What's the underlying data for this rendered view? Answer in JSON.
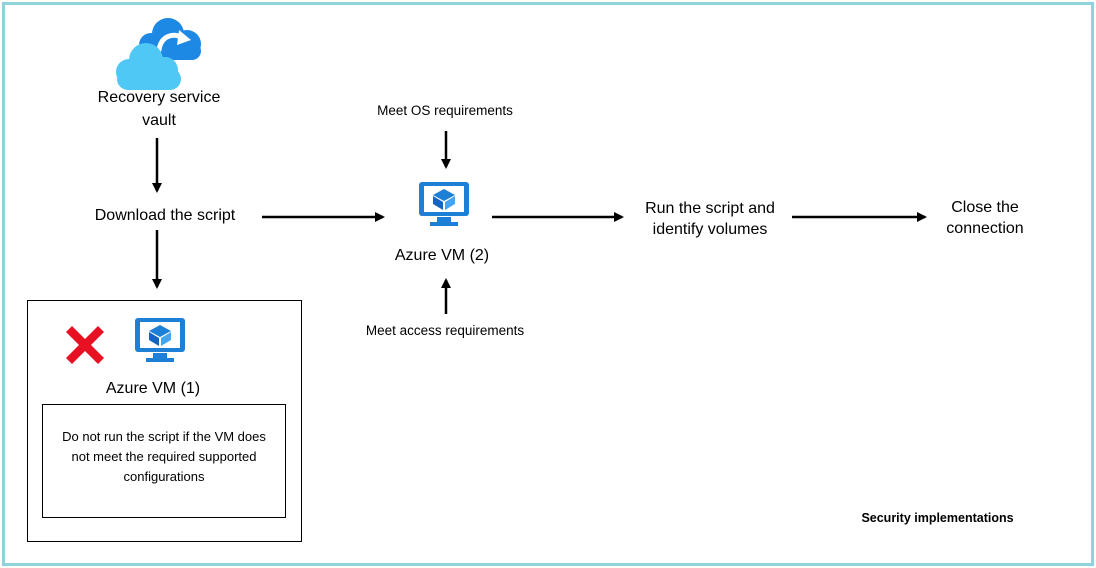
{
  "diagram": {
    "nodes": {
      "recovery_vault": {
        "label_line1": "Recovery service",
        "label_line2": "vault",
        "icon": "cloud-sync-icon"
      },
      "download_script": {
        "label": "Download the script"
      },
      "azure_vm_2": {
        "label": "Azure VM (2)",
        "icon": "virtual-machine-icon"
      },
      "meet_os": {
        "label": "Meet OS requirements"
      },
      "meet_access": {
        "label": "Meet access requirements"
      },
      "run_script": {
        "label_line1": "Run the script and",
        "label_line2": "identify volumes"
      },
      "close_connection": {
        "label_line1": "Close the",
        "label_line2": "connection"
      },
      "azure_vm_1": {
        "label": "Azure VM (1)",
        "icon": "virtual-machine-icon",
        "status_icon": "red-x-icon"
      },
      "note": {
        "text": "Do not run the script if the VM does not meet the required supported configurations"
      }
    },
    "caption": "Security implementations",
    "colors": {
      "frame": "#8fd3dc",
      "vm_blue": "#1e7fd6",
      "cloud_light": "#4fc3f7",
      "cloud_dark": "#1e88e5",
      "error_red": "#e81123"
    }
  }
}
